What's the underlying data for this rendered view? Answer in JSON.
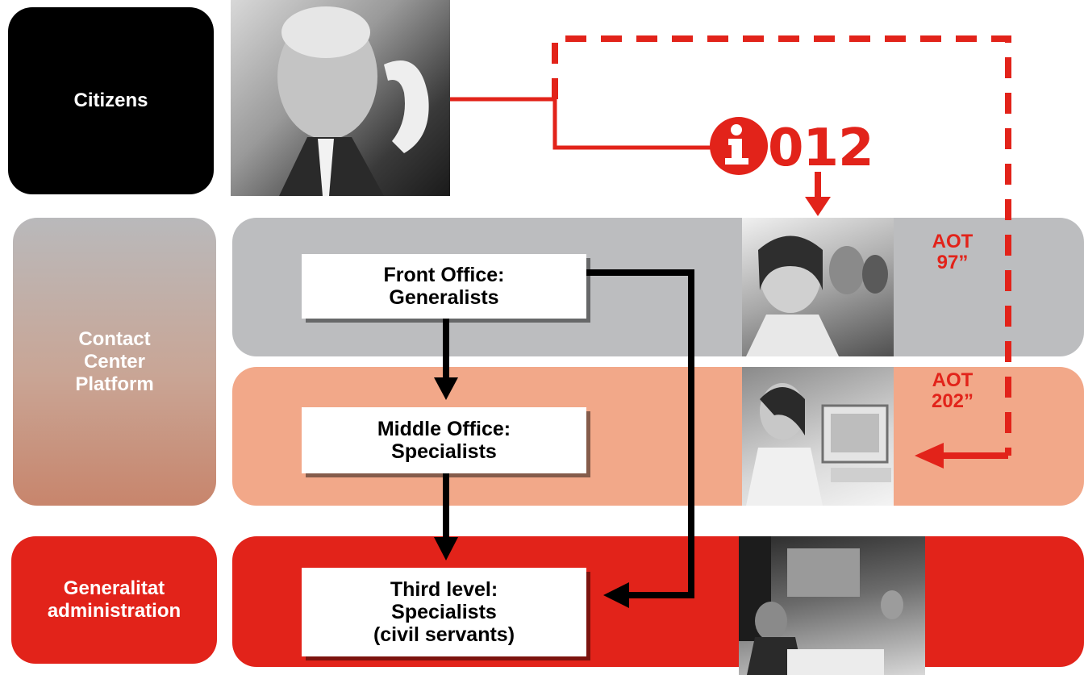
{
  "rows": {
    "citizens": {
      "label": "Citizens",
      "color": "#000000"
    },
    "contact_center": {
      "label": "Contact\nCenter\nPlatform"
    },
    "generalitat": {
      "label": "Generalitat\nadministration",
      "color": "#e2231a"
    }
  },
  "levels": {
    "front_office": "Front Office:\nGeneralists",
    "middle_office": "Middle Office:\nSpecialists",
    "third_level": "Third level:\nSpecialists\n(civil servants)"
  },
  "phone_number": "012",
  "info_icon": "info-icon",
  "aot": {
    "front": "AOT\n97”",
    "middle": "AOT\n202”"
  },
  "colors": {
    "accent_red": "#e2231a",
    "front_band": "#bcbdbf",
    "middle_band": "#f2a889",
    "third_band": "#e2231a"
  }
}
